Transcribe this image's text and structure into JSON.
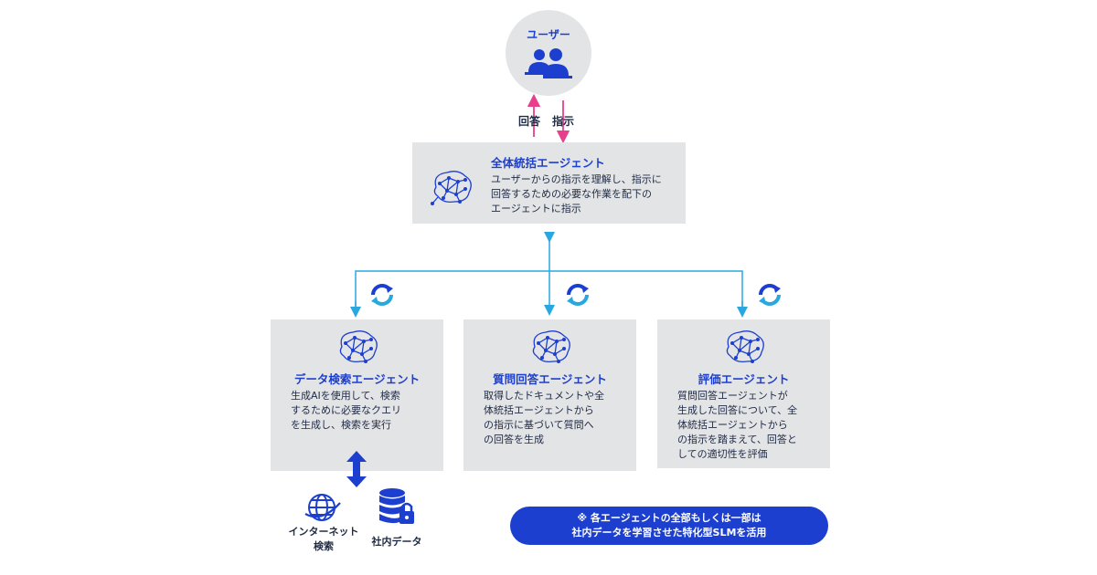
{
  "user": {
    "title": "ユーザー"
  },
  "arrows": {
    "answer": "回答",
    "instruction": "指示"
  },
  "top_agent": {
    "title": "全体統括エージェント",
    "description": "ユーザーからの指示を理解し、指示に\n回答するための必要な作業を配下の\nエージェントに指示"
  },
  "agents": [
    {
      "title": "データ検索エージェント",
      "description": "生成AIを使用して、検索\nするために必要なクエリ\nを生成し、検索を実行"
    },
    {
      "title": "質問回答エージェント",
      "description": "取得したドキュメントや全\n体統括エージェントから\nの指示に基づいて質問へ\nの回答を生成"
    },
    {
      "title": "評価エージェント",
      "description": "質問回答エージェントが\n生成した回答について、全\n体統括エージェントから\nの指示を踏まえて、回答と\nしての適切性を評価"
    }
  ],
  "sources": {
    "internet": "インターネット\n検索",
    "internal": "社内データ"
  },
  "note": "※ 各エージェントの全部もしくは一部は\n社内データを学習させた特化型SLMを活用",
  "colors": {
    "accent_blue": "#1d3fcf",
    "line_cyan": "#29a8e0",
    "arrow_pink": "#e83e8c",
    "box_gray": "#e3e4e6"
  },
  "icons": [
    "users-icon",
    "brain-network-icon",
    "sync-icon",
    "double-arrow-icon",
    "globe-icon",
    "database-lock-icon"
  ]
}
